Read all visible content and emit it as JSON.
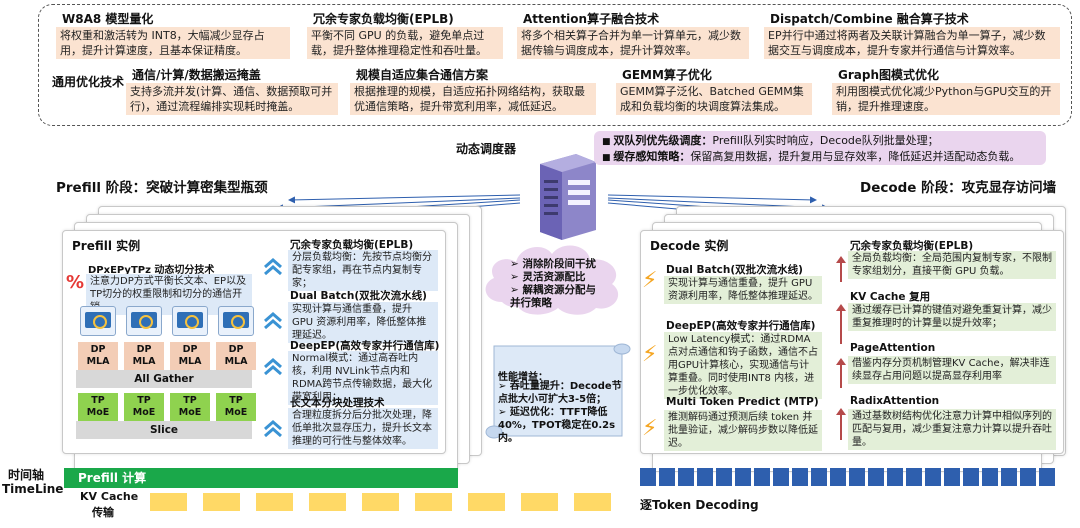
{
  "top": {
    "items": [
      {
        "title": "W8A8 模型量化",
        "desc": "将权重和激活转为 INT8，大幅减少显存占用，提升计算速度，且基本保证精度。"
      },
      {
        "title": "冗余专家负载均衡(EPLB)",
        "desc": "平衡不同 GPU 的负载，避免单点过载，提升整体推理稳定性和吞吐量。"
      },
      {
        "title": "Attention算子融合技术",
        "desc": "将多个相关算子合并为单一计算单元，减少数据传输与调度成本，提升计算效率。"
      },
      {
        "title": "Dispatch/Combine 融合算子技术",
        "desc": "EP并行中通过将两者及关联计算融合为单一算子，减少数据交互与调度成本，提升专家并行通信与计算效率。"
      },
      {
        "title": "通信/计算/数据搬运掩盖",
        "desc": "支持多流并发(计算、通信、数据预取可并行)，通过流程编排实现耗时掩盖。"
      },
      {
        "title": "规模自适应集合通信方案",
        "desc": "根据推理的规模，自适应拓扑网络结构，获取最优通信策略，提升带宽利用率，减低延迟。"
      },
      {
        "title": "GEMM算子优化",
        "desc": "GEMM算子泛化、Batched GEMM集成和负载均衡的块调度算法集成。"
      },
      {
        "title": "Graph图模式优化",
        "desc": "利用图模式优化减少Python与GPU交互的开销，提升推理速度。"
      }
    ],
    "general_label": "通用优化技术"
  },
  "scheduler": {
    "label": "动态调度器",
    "lines": [
      {
        "head": "双队列优先级调度：",
        "text": "Prefill队列实时响应，Decode队列批量处理；"
      },
      {
        "head": "缓存感知策略：",
        "text": "保留高复用数据，提升复用与显存效率，降低延迟并适配动态负载。"
      }
    ]
  },
  "prefill": {
    "stage_title": "Prefill 阶段：突破计算密集型瓶颈",
    "instance_title": "Prefill 实例",
    "dpx_title": "DPxEPyTPz 动态切分技术",
    "dpx_desc": "注意力DP方式平衡长文本、EP以及TP切分的权重限制和切分的通信开销。",
    "dp": "DP",
    "mla": "MLA",
    "all_gather": "All Gather",
    "tp": "TP",
    "moe": "MoE",
    "slice": "Slice",
    "sections": [
      {
        "title": "冗余专家负载均衡(EPLB)",
        "desc": "分层负载均衡：先按节点均衡分配专家组，再在节点内复制专家；"
      },
      {
        "title": "Dual Batch(双批次流水线)",
        "desc": "实现计算与通信重叠，提升 GPU 资源利用率，降低整体推理延迟。"
      },
      {
        "title": "DeepEP(高效专家并行通信库)",
        "desc": "Normal模式：通过高吞吐内核，利用 NVLink节点内和 RDMA跨节点传输数据，最大化带宽利用；"
      },
      {
        "title": "长文本分块处理技术",
        "desc": "合理粒度拆分后分批次处理，降低单批次显存压力，提升长文本推理的可行性与整体效率。"
      }
    ]
  },
  "middle": {
    "cloud_items": [
      "消除阶段间干扰",
      "灵活资源配比",
      "解耦资源分配与并行策略"
    ],
    "perf_title": "性能增益：",
    "perf_items": [
      {
        "head": "吞吐量提升：",
        "text": "Decode节点批大小可扩大3-5倍；"
      },
      {
        "head": "延迟优化：",
        "text": "TTFT降低40%，TPOT稳定在0.2s内。"
      }
    ]
  },
  "decode": {
    "stage_title": "Decode 阶段：攻克显存访问墙",
    "instance_title": "Decode 实例",
    "left_sections": [
      {
        "title": "Dual Batch(双批次流水线)",
        "desc": "实现计算与通信重叠，提升 GPU 资源利用率，降低整体推理延迟。"
      },
      {
        "title": "DeepEP(高效专家并行通信库)",
        "desc": "Low Latency模式：通过RDMA点对点通信和钩子函数，通信不占用GPU计算核心，实现通信与计算重叠。同时使用INT8 内核，进一步优化效率。"
      },
      {
        "title": "Multi Token Predict (MTP)",
        "desc": "推测解码通过预测后续 token 并批量验证，减少解码步数以降低延迟。"
      }
    ],
    "right_sections": [
      {
        "title": "冗余专家负载均衡(EPLB)",
        "desc": "全局负载均衡：全局范围内复制专家，不限制专家组划分，直接平衡 GPU 负载。"
      },
      {
        "title": "KV Cache 复用",
        "desc": "通过缓存已计算的键值对避免重复计算，减少重复推理时的计算量以提升效率；"
      },
      {
        "title": "PageAttention",
        "desc": "借鉴内存分页机制管理KV Cache，解决非连续显存占用问题以提高显存利用率"
      },
      {
        "title": "RadixAttention",
        "desc": "通过基数树结构优化注意力计算中相似序列的匹配与复用，减少重复注意力计算以提升吞吐量。"
      }
    ]
  },
  "timeline": {
    "label1": "时间轴",
    "label2": "TimeLine",
    "prefill_calc": "Prefill 计算",
    "kv1": "KV Cache",
    "kv2": "传输",
    "decoding": "逐Token Decoding"
  },
  "colors": {
    "prefill_bar": "#1aa84a",
    "kv_block": "#ffd966",
    "decode_block": "#2e5fae",
    "scheduler_bg": "#ead5ee"
  }
}
